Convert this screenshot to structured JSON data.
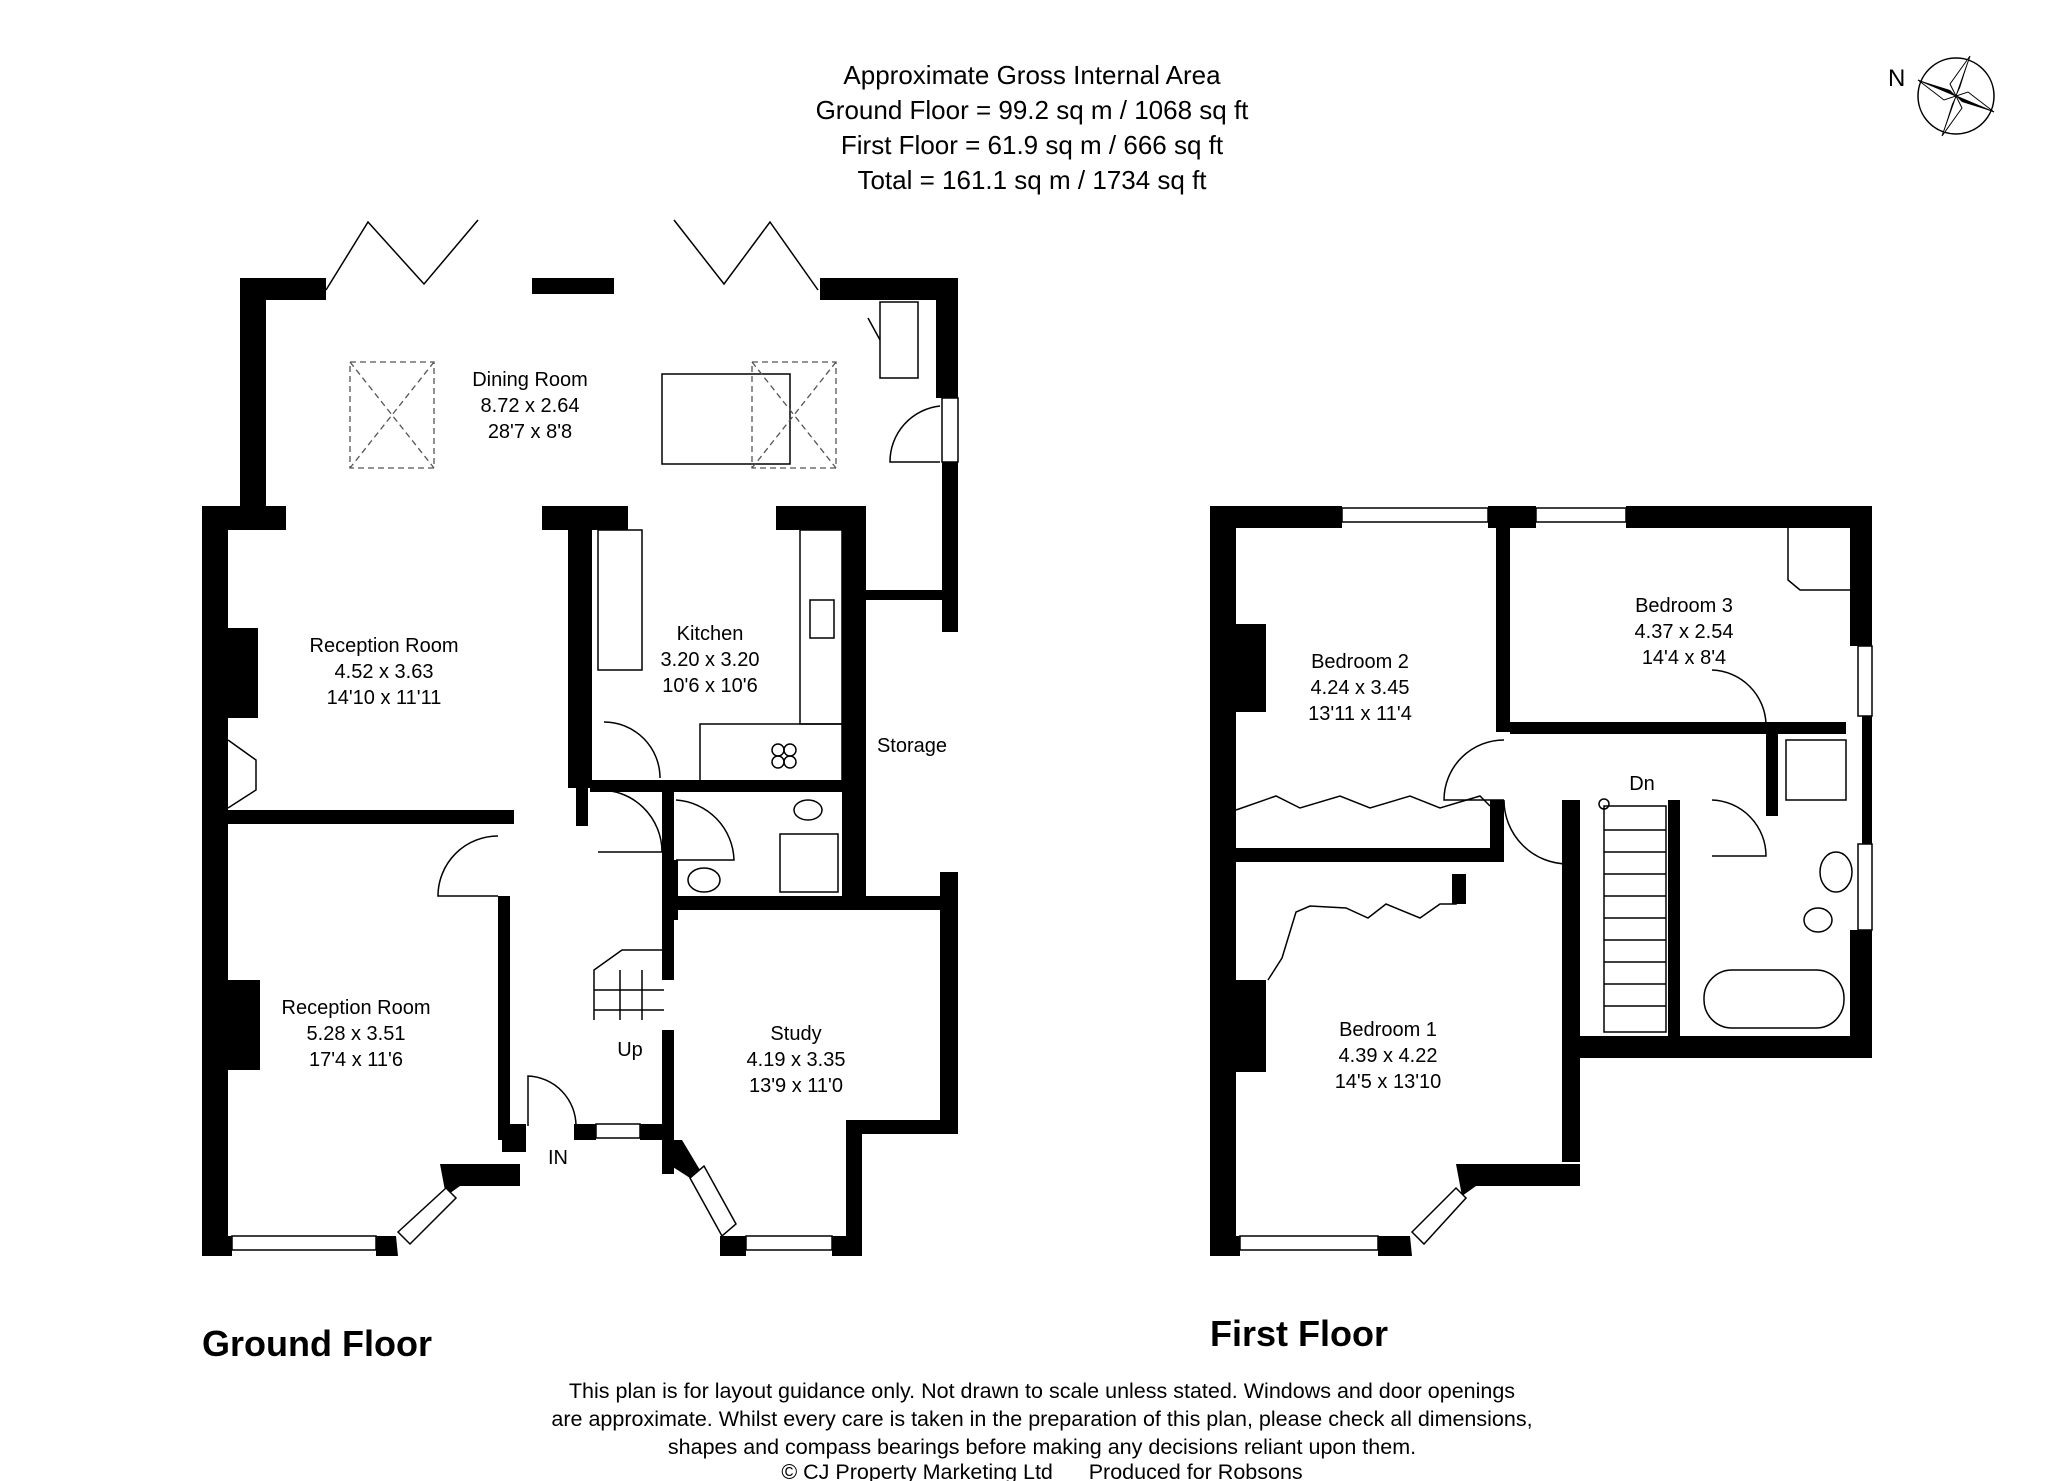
{
  "header": {
    "line1": "Approximate Gross Internal Area",
    "line2": "Ground Floor = 99.2 sq m / 1068 sq ft",
    "line3": "First Floor = 61.9 sq m / 666 sq ft",
    "line4": "Total = 161.1 sq m / 1734 sq ft"
  },
  "compass": {
    "label": "N",
    "icon": "compass-star-icon"
  },
  "ground_floor": {
    "title": "Ground Floor",
    "rooms": {
      "dining": {
        "name": "Dining Room",
        "metric": "8.72 x 2.64",
        "imperial": "28'7 x 8'8"
      },
      "reception_rear": {
        "name": "Reception Room",
        "metric": "4.52 x 3.63",
        "imperial": "14'10 x 11'11"
      },
      "kitchen": {
        "name": "Kitchen",
        "metric": "3.20 x 3.20",
        "imperial": "10'6 x 10'6"
      },
      "storage": {
        "name": "Storage"
      },
      "reception_front": {
        "name": "Reception Room",
        "metric": "5.28 x 3.51",
        "imperial": "17'4 x 11'6"
      },
      "study": {
        "name": "Study",
        "metric": "4.19 x 3.35",
        "imperial": "13'9 x 11'0"
      }
    },
    "labels": {
      "up": "Up",
      "entrance": "IN"
    }
  },
  "first_floor": {
    "title": "First Floor",
    "rooms": {
      "bedroom2": {
        "name": "Bedroom 2",
        "metric": "4.24 x 3.45",
        "imperial": "13'11 x 11'4"
      },
      "bedroom3": {
        "name": "Bedroom 3",
        "metric": "4.37 x 2.54",
        "imperial": "14'4 x 8'4"
      },
      "bedroom1": {
        "name": "Bedroom 1",
        "metric": "4.39 x 4.22",
        "imperial": "14'5 x 13'10"
      }
    },
    "labels": {
      "down": "Dn"
    }
  },
  "disclaimer": {
    "line1": "This plan is for layout guidance only. Not drawn to scale unless stated. Windows and door openings",
    "line2": "are approximate. Whilst every care is taken in the preparation of this plan, please check all dimensions,",
    "line3": "shapes and compass bearings before making any decisions reliant upon them.",
    "line4": "© CJ Property Marketing Ltd      Produced for Robsons"
  }
}
